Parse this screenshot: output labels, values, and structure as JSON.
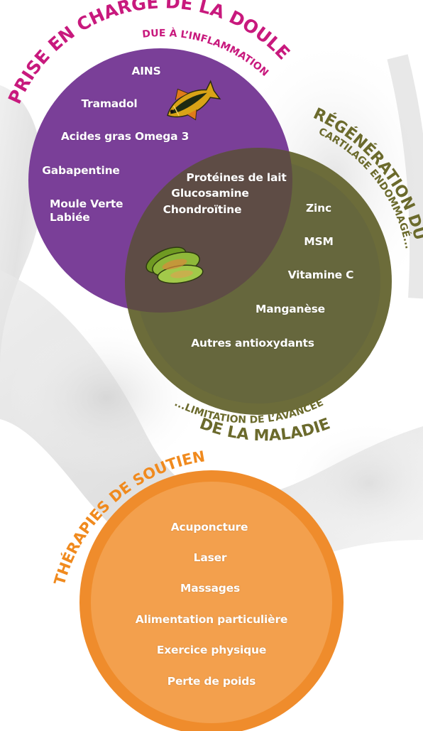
{
  "colors": {
    "purple": "#7a3f98",
    "olive": "#66673d",
    "olive_border": "#6c6c3a",
    "overlap": "#5e4c45",
    "orange": "#f3a04d",
    "orange_border": "#ef8c2c",
    "magenta": "#c8197d",
    "olive_text": "#6b6a2c",
    "orange_text": "#f08a1e"
  },
  "pain": {
    "title": "PRISE EN CHARGE DE LA DOULEUR",
    "subtitle": "DUE À L’INFLAMMATION",
    "items": [
      "AINS",
      "Tramadol",
      "Acides gras Omega 3",
      "Gabapentine",
      "Moule Verte\nLabiée"
    ]
  },
  "overlap": {
    "items": [
      "Protéines de lait",
      "Glucosamine",
      "Chondroïtine"
    ]
  },
  "regen": {
    "title": "RÉGÉNÉRATION DU",
    "subtitle": "CARTILAGE ENDOMMAGÉ...",
    "items": [
      "Zinc",
      "MSM",
      "Vitamine C",
      "Manganèse",
      "Autres antioxydants"
    ]
  },
  "limit": {
    "subtitle": "...LIMITATION DE L’AVANCÉE",
    "title": "DE LA MALADIE"
  },
  "support": {
    "title": "THÉRAPIES DE SOUTIEN",
    "items": [
      "Acuponcture",
      "Laser",
      "Massages",
      "Alimentation particulière",
      "Exercice physique",
      "Perte de poids"
    ]
  },
  "icons": {
    "fish": "fish-icon",
    "mussel": "green-mussel-icon"
  }
}
